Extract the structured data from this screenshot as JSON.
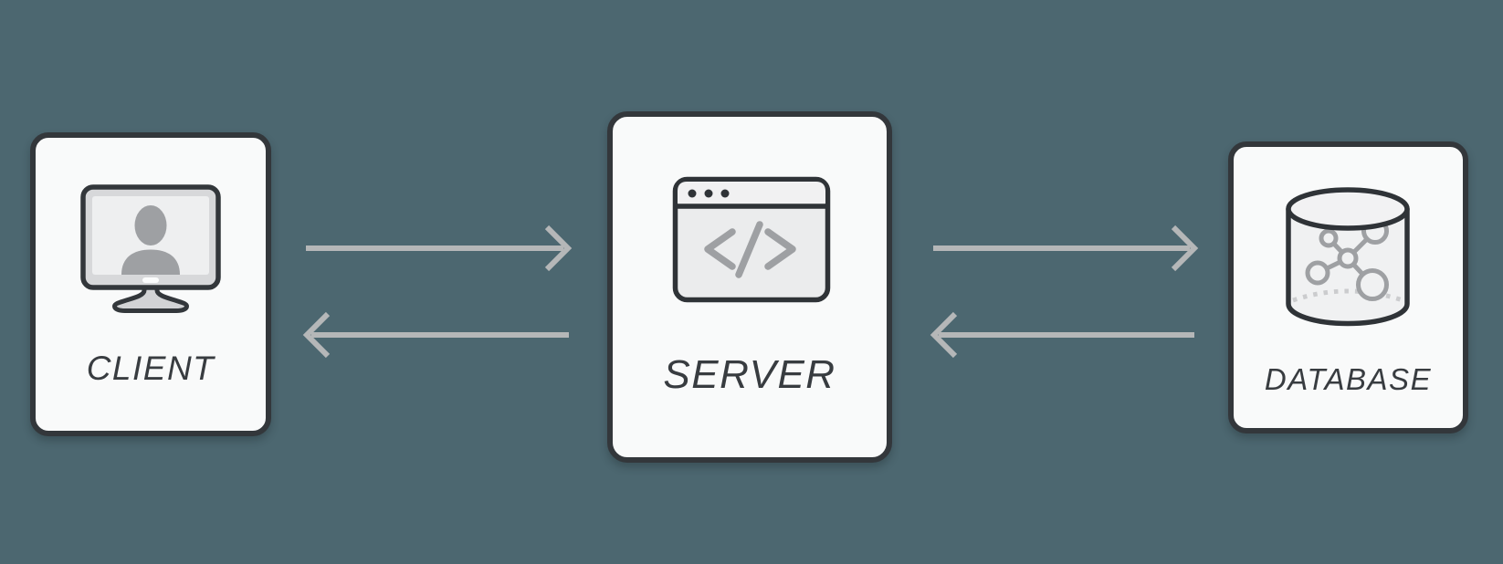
{
  "diagram": {
    "title": "client-server-database architecture diagram",
    "nodes": [
      {
        "id": "client",
        "label": "CLIENT",
        "icon": "monitor-user-icon"
      },
      {
        "id": "server",
        "label": "SERVER",
        "icon": "code-window-icon"
      },
      {
        "id": "database",
        "label": "DATABASE",
        "icon": "database-network-icon"
      }
    ],
    "connections": [
      {
        "from": "client",
        "to": "server",
        "direction": "right"
      },
      {
        "from": "server",
        "to": "client",
        "direction": "left"
      },
      {
        "from": "server",
        "to": "database",
        "direction": "right"
      },
      {
        "from": "database",
        "to": "server",
        "direction": "left"
      }
    ],
    "colors": {
      "background": "#4C6770",
      "card_fill": "#F9FAFA",
      "card_border": "#33373B",
      "arrow": "#B5B7B8",
      "label_text": "#383C40",
      "icon_dark": "#2F3337",
      "icon_gray": "#9EA0A3",
      "icon_light_gray": "#D7D8DA",
      "icon_screen": "#EEEFF0"
    }
  }
}
